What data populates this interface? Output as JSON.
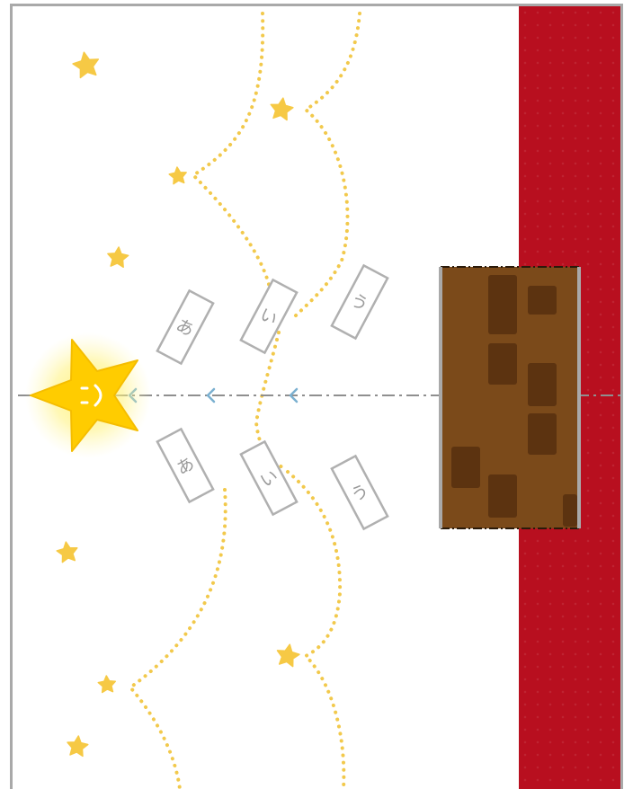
{
  "colors": {
    "background": "#ffffff",
    "frame_border": "#a9a9a9",
    "curtain": "#b80f1f",
    "star": "#f6c945",
    "star_glow": "#fff27a",
    "dotted_path": "#f2c94c",
    "box": "#7b4a1a",
    "box_patch": "#5c3310",
    "center_line": "#8f8f8f",
    "arrow": "#7ab0d0",
    "tag_border": "#b0b0b0"
  },
  "icons": {
    "mascot": "smiling-star-icon",
    "decor_star": "star-icon",
    "arrow": "chevron-left-icon"
  },
  "tags": {
    "upper": [
      "あ",
      "い",
      "う"
    ],
    "lower": [
      "あ",
      "い",
      "う"
    ]
  }
}
